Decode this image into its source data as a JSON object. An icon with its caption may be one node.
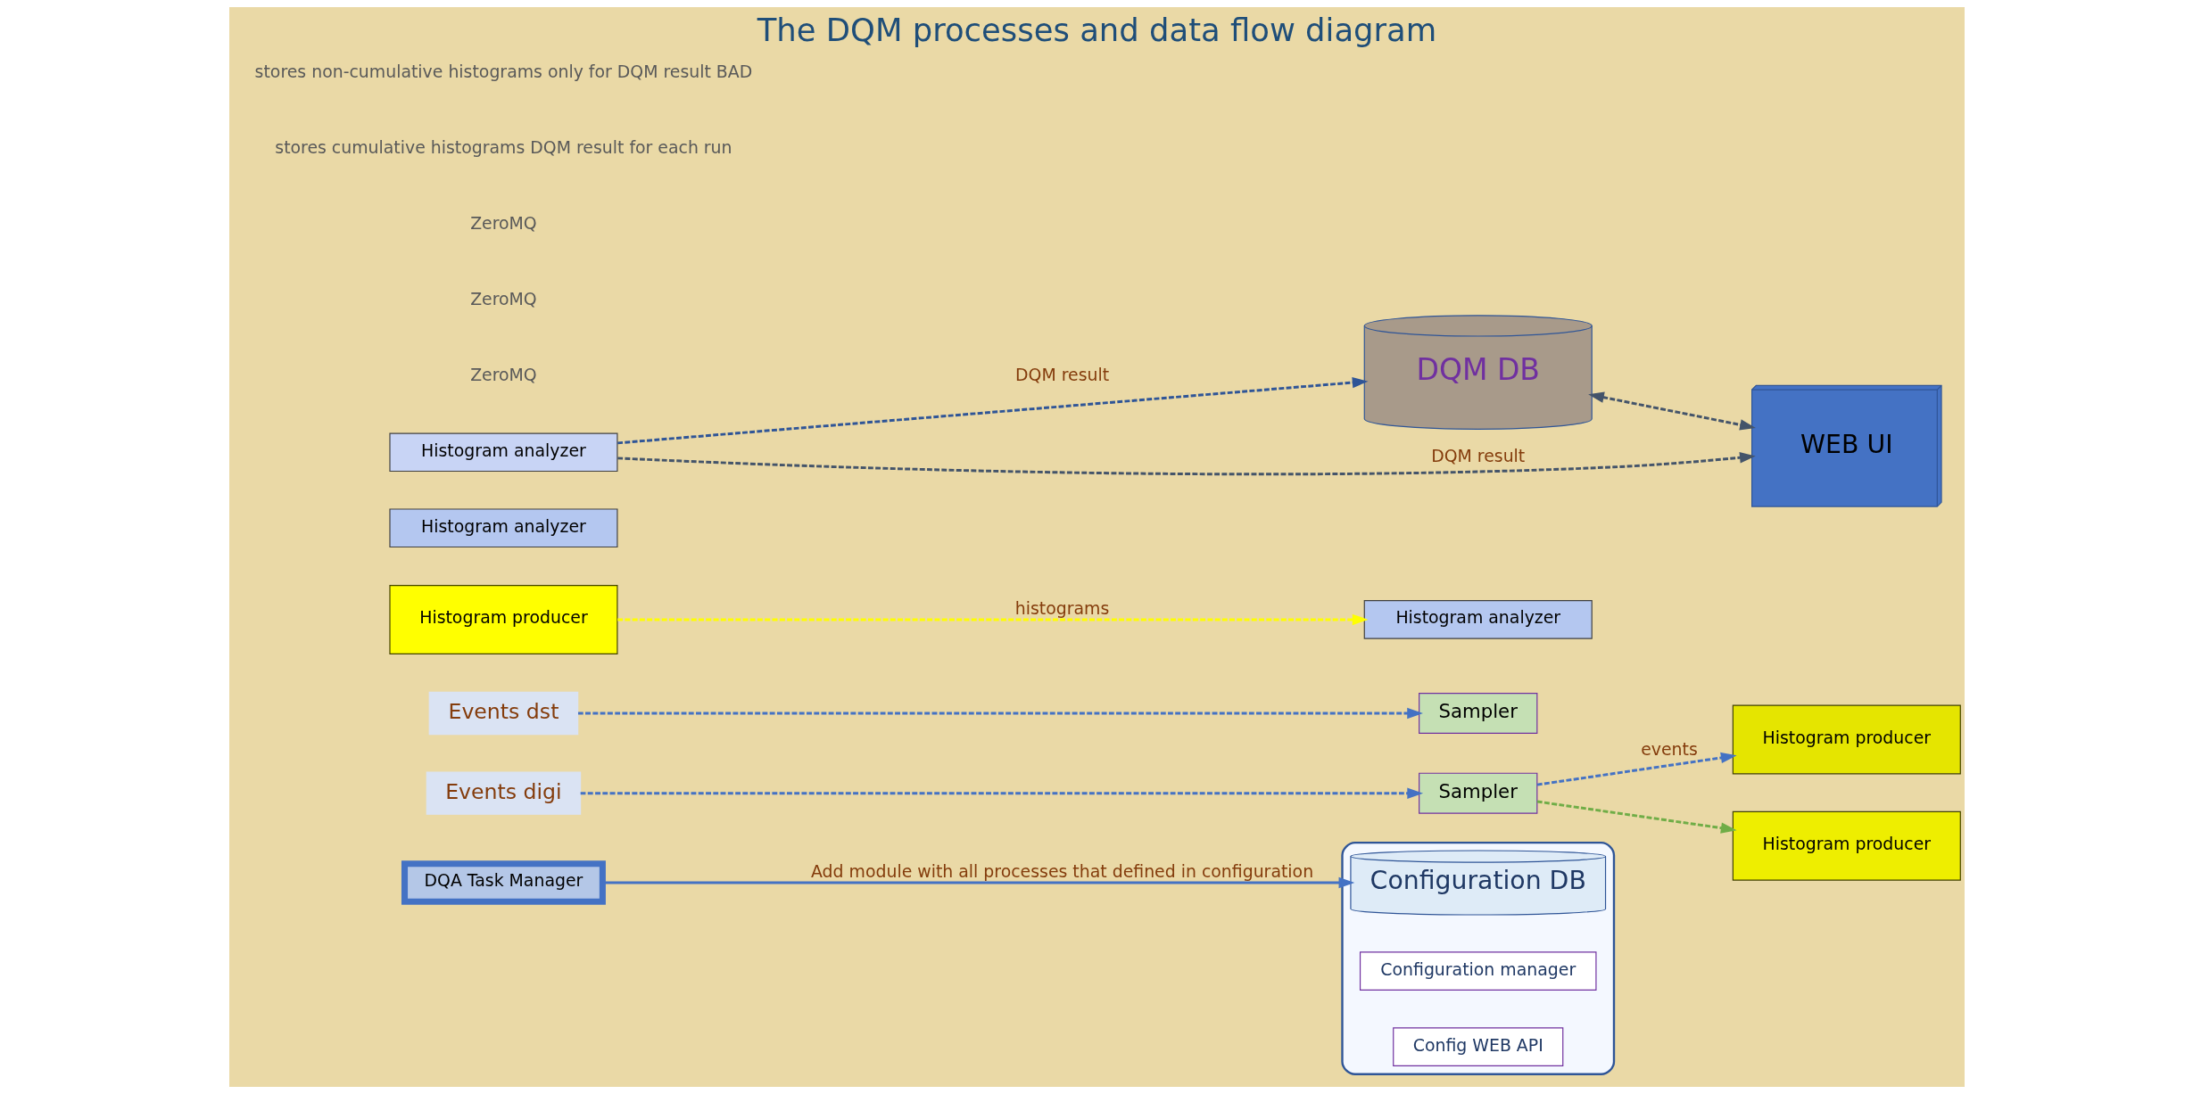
{
  "diagram": {
    "title": "The DQM processes and data flow diagram",
    "nodes": [
      {
        "text": [
          "DQA Task Manager"
        ]
      },
      {
        "text": [
          "Events digi"
        ]
      },
      {
        "text": [
          "Events dst"
        ]
      },
      {
        "text": [
          "Sampler"
        ]
      },
      {
        "text": [
          "Sampler"
        ]
      },
      {
        "text": [
          "Histogram producer"
        ]
      },
      {
        "text": [
          "Histogram producer"
        ]
      },
      {
        "text": [
          "Histogram producer"
        ]
      },
      {
        "text": [
          "Histogram analyzer"
        ]
      },
      {
        "text": [
          "Histogram analyzer"
        ]
      },
      {
        "text": [
          "Histogram analyzer"
        ]
      },
      {
        "text": [],
        "shape": "box"
      },
      {
        "text": [
          "Configuration DB"
        ],
        "in": 11
      },
      {
        "text": [
          "Configuration manager"
        ],
        "in": 11
      },
      {
        "text": [
          "Config WEB API"
        ],
        "in": 11
      },
      {
        "text": [
          "DQM DB"
        ]
      },
      {
        "text": [
          "WEB UI"
        ]
      }
    ],
    "edges": [
      {
        "from": 0,
        "to": 12,
        "arrow": "to",
        "label": "Add module with all processes that defined in configuration"
      },
      {
        "from": 1,
        "to": 3,
        "arrow": "to",
        "style": "dashed"
      },
      {
        "from": 2,
        "to": 4,
        "arrow": "to",
        "style": "dashed"
      },
      {
        "from": 3,
        "to": 5,
        "arrow": "to",
        "style": "dashed",
        "label": "events"
      },
      {
        "from": 3,
        "to": 6,
        "arrow": "to",
        "style": "dashed",
        "color": "#70ad47"
      },
      {
        "from": 7,
        "to": 9,
        "arrow": "to",
        "style": "dashed",
        "color": "#ffff00",
        "label": "histograms"
      },
      {
        "from": 10,
        "to": 15,
        "arrow": "to",
        "style": "dashed",
        "color": "#2f5597",
        "label": "DQM result"
      },
      {
        "from": 10,
        "to": 16,
        "arrow": "to",
        "style": "dashed",
        "color": "#44546a",
        "label": "DQM result"
      },
      {
        "from": 15,
        "to": 16,
        "arrow": "both",
        "style": "dashed",
        "color": "#44546a"
      }
    ],
    "labels": [
      "ZeroMQ",
      "ZeroMQ",
      "ZeroMQ",
      "stores cumulative histograms DQM result for each run",
      "stores non-cumulative histograms only for DQM result BAD"
    ]
  }
}
